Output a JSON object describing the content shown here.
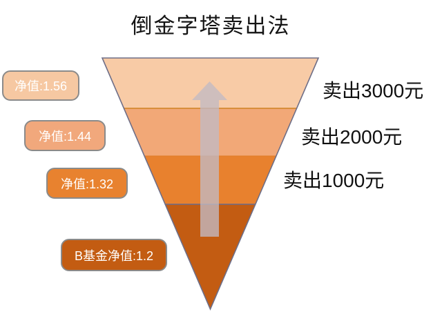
{
  "title": "倒金字塔卖出法",
  "colors": {
    "background": "#FFFFFF",
    "title_text": "#141414",
    "outline": "#6E6E87",
    "divider_top": "#D88E3B",
    "divider_mid": "#E07C28",
    "divider_bottom": "#6B6B8A",
    "arrow": "#C2BAC4",
    "pill_border": "#8A8A8A",
    "pill_text": "#FFFFFF",
    "sell_text": "#101010"
  },
  "funnel": {
    "arrow_direction": "up",
    "levels": [
      {
        "net_value_label": "净值:1.56",
        "sell_label": "卖出3000元",
        "color": "#F8CBA6",
        "pill_color": "#F6C8A2"
      },
      {
        "net_value_label": "净值:1.44",
        "sell_label": "卖出2000元",
        "color": "#F2A877",
        "pill_color": "#F1A87C"
      },
      {
        "net_value_label": "净值:1.32",
        "sell_label": "卖出1000元",
        "color": "#E8812E",
        "pill_color": "#E8822F"
      },
      {
        "net_value_label": "B基金净值:1.2",
        "sell_label": "",
        "color": "#C35C12",
        "pill_color": "#C35C12"
      }
    ]
  },
  "chart_data": {
    "type": "funnel",
    "title": "倒金字塔卖出法",
    "levels": [
      {
        "net_value": 1.56,
        "label": "净值:1.56",
        "action": "卖出3000元",
        "sell_amount_yuan": 3000
      },
      {
        "net_value": 1.44,
        "label": "净值:1.44",
        "action": "卖出2000元",
        "sell_amount_yuan": 2000
      },
      {
        "net_value": 1.32,
        "label": "净值:1.32",
        "action": "卖出1000元",
        "sell_amount_yuan": 1000
      },
      {
        "net_value": 1.2,
        "label": "B基金净值:1.2",
        "action": "",
        "sell_amount_yuan": null
      }
    ]
  }
}
